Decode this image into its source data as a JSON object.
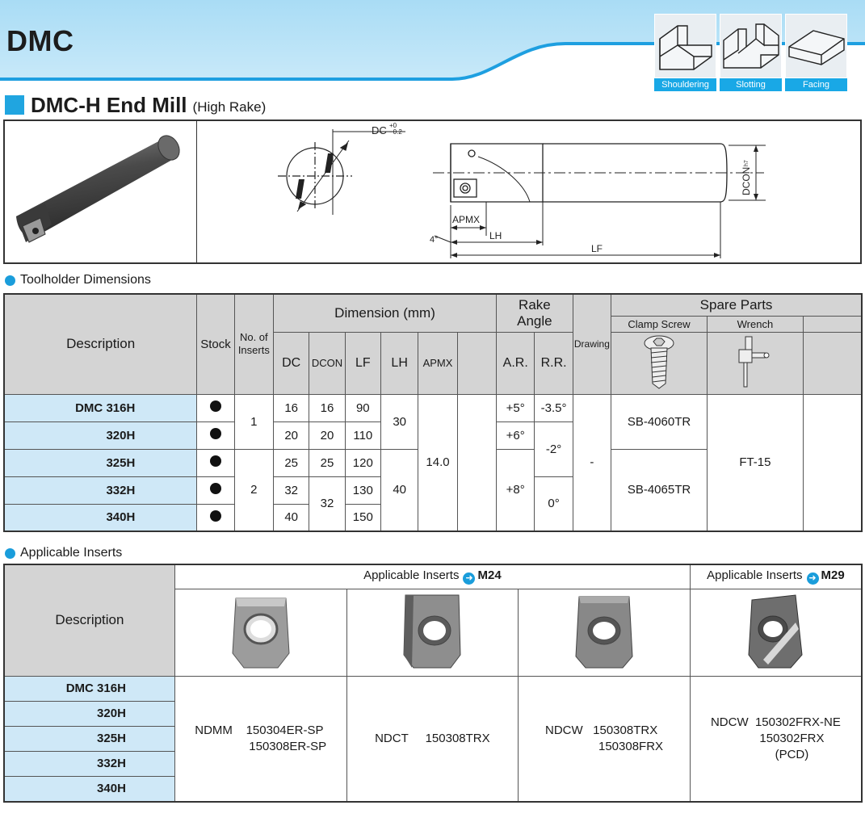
{
  "header": {
    "title": "DMC",
    "operations": [
      {
        "label": "Shouldering",
        "icon": "shouldering-icon"
      },
      {
        "label": "Slotting",
        "icon": "slotting-icon"
      },
      {
        "label": "Facing",
        "icon": "facing-icon"
      }
    ]
  },
  "section": {
    "title": "DMC-H End Mill",
    "subtitle": "(High Rake)"
  },
  "drawing": {
    "dc_label": "DC",
    "dc_tol_upper": "+0",
    "dc_tol_lower": "−0.2",
    "dcon_label": "DCON",
    "dcon_tol": "h7",
    "apmx_label": "APMX",
    "lh_label": "LH",
    "lf_label": "LF",
    "angle_label": "4°"
  },
  "toolholder": {
    "heading": "Toolholder Dimensions",
    "headers": {
      "description": "Description",
      "stock": "Stock",
      "no_of": "No. of",
      "inserts": "Inserts",
      "dimension": "Dimension (mm)",
      "rake": "Rake",
      "angle": "Angle",
      "drawing": "Drawing",
      "spare_parts": "Spare Parts",
      "clamp_screw": "Clamp Screw",
      "wrench": "Wrench",
      "dc": "DC",
      "dcon": "DCON",
      "lf": "LF",
      "lh": "LH",
      "apmx": "APMX",
      "ar": "A.R.",
      "rr": "R.R."
    },
    "rows": [
      {
        "prefix": "DMC",
        "code": "316H",
        "dc": "16",
        "dcon": "16",
        "lf": "90"
      },
      {
        "prefix": "",
        "code": "320H",
        "dc": "20",
        "dcon": "20",
        "lf": "110"
      },
      {
        "prefix": "",
        "code": "325H",
        "dc": "25",
        "dcon": "25",
        "lf": "120"
      },
      {
        "prefix": "",
        "code": "332H",
        "dc": "32",
        "lf": "130"
      },
      {
        "prefix": "",
        "code": "340H",
        "dc": "40",
        "lf": "150"
      }
    ],
    "merged": {
      "inserts_1": "1",
      "inserts_2": "2",
      "dcon_32": "32",
      "lh_30": "30",
      "lh_40": "40",
      "apmx": "14.0",
      "ar_5": "+5°",
      "ar_6": "+6°",
      "ar_8": "+8°",
      "rr_35": "-3.5°",
      "rr_2": "-2°",
      "rr_0": "0°",
      "drawing": "-",
      "screw_1": "SB-4060TR",
      "screw_2": "SB-4065TR",
      "wrench": "FT-15"
    }
  },
  "inserts": {
    "heading": "Applicable Inserts",
    "description": "Description",
    "group1_label": "Applicable Inserts",
    "group1_ref": "M24",
    "group2_label": "Applicable Inserts",
    "group2_ref": "M29",
    "rows": [
      {
        "prefix": "DMC",
        "code": "316H"
      },
      {
        "code": "320H"
      },
      {
        "code": "325H"
      },
      {
        "code": "332H"
      },
      {
        "code": "340H"
      }
    ],
    "col1": {
      "name": "NDMM",
      "line1": "150304ER-SP",
      "line2": "150308ER-SP"
    },
    "col2": {
      "name": "NDCT",
      "line1": "150308TRX"
    },
    "col3": {
      "name": "NDCW",
      "line1": "150308TRX",
      "line2": "150308FRX"
    },
    "col4": {
      "name": "NDCW",
      "line1": "150302FRX-NE",
      "line2": "150302FRX",
      "line3": "(PCD)"
    }
  }
}
